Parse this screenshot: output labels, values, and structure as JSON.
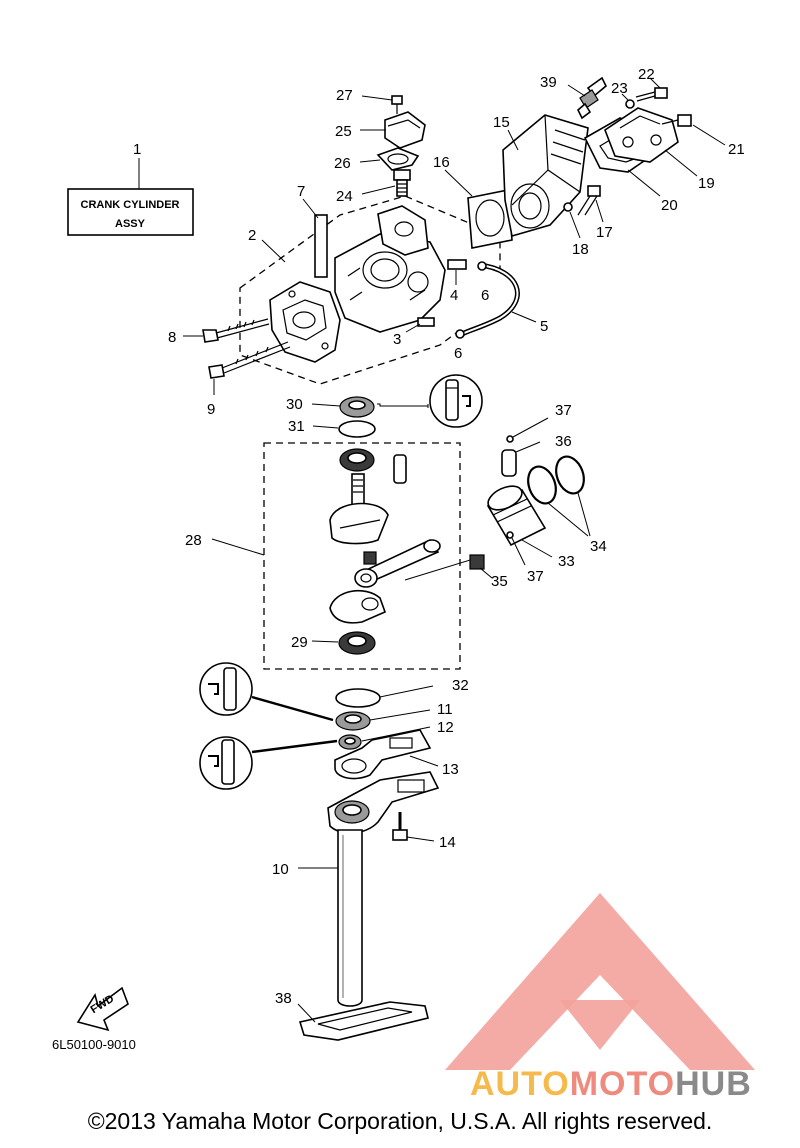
{
  "assembly_label": [
    "CRANK CYLINDER",
    "ASSY"
  ],
  "drawing_code": "6L50100-9010",
  "fwd_label": "FWD",
  "watermark": {
    "parts": [
      "AUTO",
      "MOTO",
      "HUB"
    ],
    "colors": [
      "#f6b94b",
      "#ef8a7f",
      "#8a8a8a"
    ],
    "triangle_color": "#f08a84"
  },
  "copyright": "©2013 Yamaha Motor Corporation, U.S.A. All rights reserved.",
  "callouts": [
    {
      "id": "c1",
      "text": "1"
    },
    {
      "id": "c2",
      "text": "2"
    },
    {
      "id": "c3",
      "text": "3"
    },
    {
      "id": "c4",
      "text": "4"
    },
    {
      "id": "c5",
      "text": "5"
    },
    {
      "id": "c6a",
      "text": "6"
    },
    {
      "id": "c6b",
      "text": "6"
    },
    {
      "id": "c7",
      "text": "7"
    },
    {
      "id": "c8",
      "text": "8"
    },
    {
      "id": "c9",
      "text": "9"
    },
    {
      "id": "c10",
      "text": "10"
    },
    {
      "id": "c11",
      "text": "11"
    },
    {
      "id": "c12",
      "text": "12"
    },
    {
      "id": "c13",
      "text": "13"
    },
    {
      "id": "c14",
      "text": "14"
    },
    {
      "id": "c15",
      "text": "15"
    },
    {
      "id": "c16",
      "text": "16"
    },
    {
      "id": "c17",
      "text": "17"
    },
    {
      "id": "c18",
      "text": "18"
    },
    {
      "id": "c19",
      "text": "19"
    },
    {
      "id": "c20",
      "text": "20"
    },
    {
      "id": "c21",
      "text": "21"
    },
    {
      "id": "c22",
      "text": "22"
    },
    {
      "id": "c23",
      "text": "23"
    },
    {
      "id": "c24",
      "text": "24"
    },
    {
      "id": "c25",
      "text": "25"
    },
    {
      "id": "c26",
      "text": "26"
    },
    {
      "id": "c27",
      "text": "27"
    },
    {
      "id": "c28",
      "text": "28"
    },
    {
      "id": "c29",
      "text": "29"
    },
    {
      "id": "c30",
      "text": "30"
    },
    {
      "id": "c31",
      "text": "31"
    },
    {
      "id": "c32",
      "text": "32"
    },
    {
      "id": "c33",
      "text": "33"
    },
    {
      "id": "c34",
      "text": "34"
    },
    {
      "id": "c35",
      "text": "35"
    },
    {
      "id": "c36",
      "text": "36"
    },
    {
      "id": "c37a",
      "text": "37"
    },
    {
      "id": "c37b",
      "text": "37"
    },
    {
      "id": "c38",
      "text": "38"
    },
    {
      "id": "c39",
      "text": "39"
    }
  ]
}
